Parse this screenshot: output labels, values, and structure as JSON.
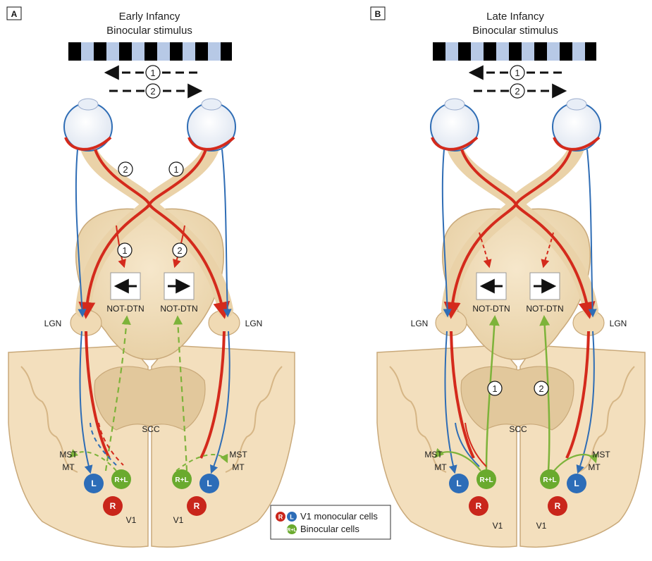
{
  "panels": [
    {
      "letter": "A",
      "title_line1": "Early Infancy",
      "title_line2": "Binocular stimulus",
      "arrow_labels": [
        "1",
        "2"
      ],
      "pathway_labels": [
        "2",
        "1"
      ],
      "not_labels": [
        "1",
        "2"
      ],
      "not_dtn": [
        "NOT-DTN",
        "NOT-DTN"
      ],
      "lgn": [
        "LGN",
        "LGN"
      ],
      "scc": "SCC",
      "mst": [
        "MST",
        "MST"
      ],
      "mt": [
        "MT",
        "MT"
      ],
      "v1": [
        "V1",
        "V1"
      ],
      "cells": {
        "left": "L",
        "right": "R",
        "binocular": "R+L"
      },
      "cortical_paths": "dashed"
    },
    {
      "letter": "B",
      "title_line1": "Late Infancy",
      "title_line2": "Binocular stimulus",
      "arrow_labels": [
        "1",
        "2"
      ],
      "cortical_labels": [
        "1",
        "2"
      ],
      "not_dtn": [
        "NOT-DTN",
        "NOT-DTN"
      ],
      "lgn": [
        "LGN",
        "LGN"
      ],
      "scc": "SCC",
      "mst": [
        "MST",
        "MST"
      ],
      "mt": [
        "MT",
        "MT"
      ],
      "v1": [
        "V1",
        "V1"
      ],
      "cells": {
        "left": "L",
        "right": "R",
        "binocular": "R+L"
      },
      "cortical_paths": "solid"
    }
  ],
  "legend": {
    "monocular_text": "V1 monocular cells",
    "binocular_text": "Binocular cells",
    "r_icon": "R",
    "l_icon": "L",
    "rl_icon": "R+L"
  },
  "colors": {
    "right_eye_path": "#d42a1c",
    "left_eye_path": "#2f6db5",
    "binocular_path": "#7db33a",
    "cell_red": "#c9261b",
    "cell_blue": "#2d6db8",
    "cell_green": "#6aaa2e",
    "brain_tissue": "#f3dfbd",
    "brain_outline": "#c9a97a",
    "stimulus_light": "#b7c9e6",
    "stimulus_dark": "#000000"
  },
  "icons": [
    "left-arrow-icon",
    "right-arrow-icon",
    "eye-icon"
  ]
}
